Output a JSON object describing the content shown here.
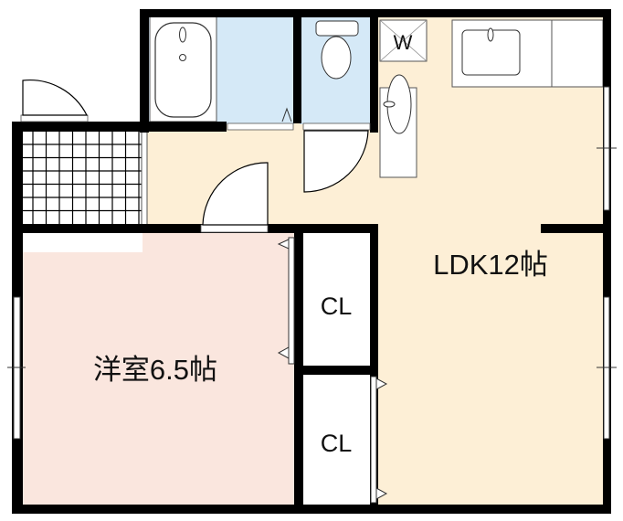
{
  "rooms": {
    "ldk": "LDK12帖",
    "western_room": "洋室6.5帖",
    "closet_1": "CL",
    "closet_2": "CL",
    "washer": "W"
  },
  "colors": {
    "ldk": "#fdefd6",
    "bath": "#d5e9f7",
    "bedroom": "#fae6de",
    "wall": "#000000"
  }
}
